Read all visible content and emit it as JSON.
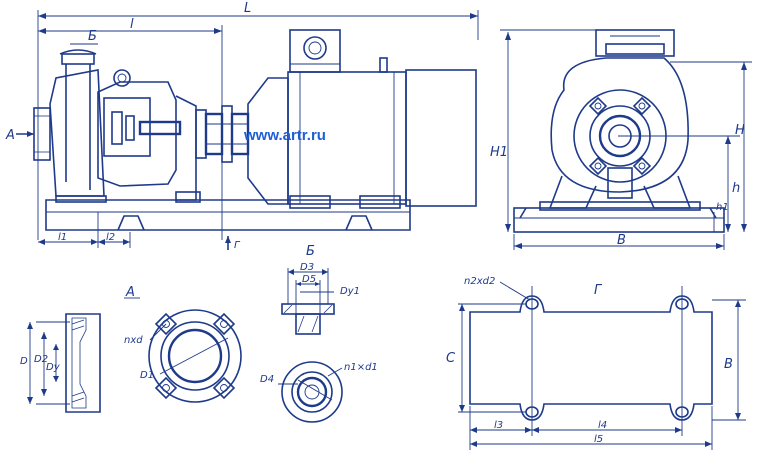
{
  "watermark": "www.artr.ru",
  "main_view": {
    "dim_overall": "L",
    "dim_pump": "l",
    "dim_l1": "l1",
    "dim_l2": "l2",
    "view_a": "A",
    "view_b": "Б",
    "view_g": "Г"
  },
  "side_view": {
    "dim_H1": "H1",
    "dim_H": "H",
    "dim_h": "h",
    "dim_h1": "h1",
    "dim_B": "B"
  },
  "detail_a": {
    "title": "A",
    "dim_D": "D",
    "dim_D2": "D2",
    "dim_Dy": "Dy",
    "dim_nxd": "nxd",
    "dim_D1": "D1"
  },
  "detail_b": {
    "title": "Б",
    "dim_D3": "D3",
    "dim_D5": "D5",
    "dim_Dy1": "Dy1",
    "dim_D4": "D4",
    "dim_n1xd1": "n1×d1"
  },
  "detail_g": {
    "title": "Г",
    "dim_n2xd2": "n2xd2",
    "dim_C": "C",
    "dim_B": "B",
    "dim_l3": "l3",
    "dim_l4": "l4",
    "dim_l5": "l5"
  }
}
